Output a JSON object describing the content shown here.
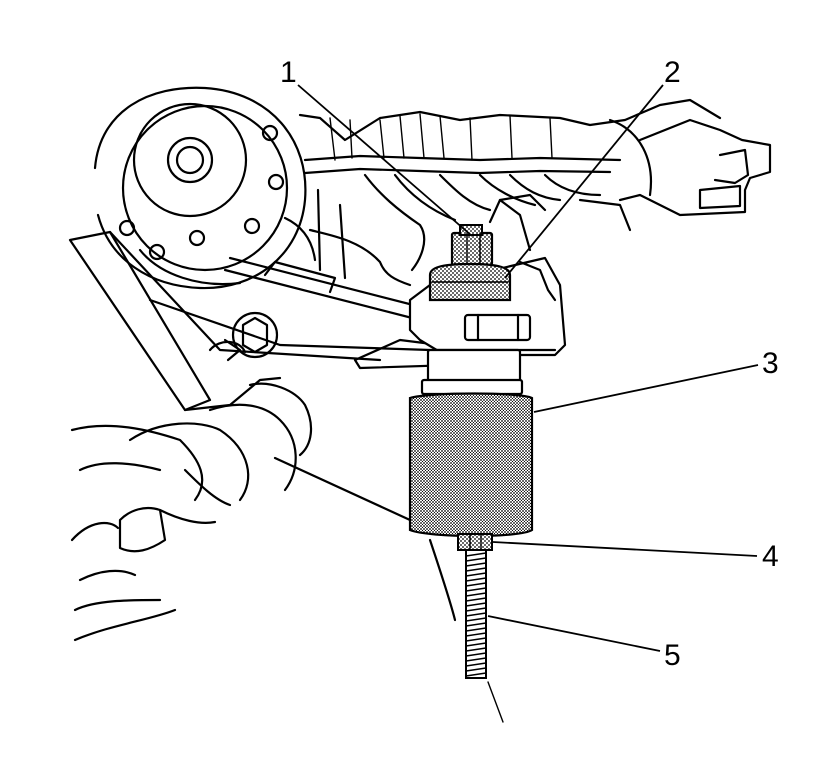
{
  "callouts": [
    {
      "id": "1",
      "label": "1"
    },
    {
      "id": "2",
      "label": "2"
    },
    {
      "id": "3",
      "label": "3"
    },
    {
      "id": "4",
      "label": "4"
    },
    {
      "id": "5",
      "label": "5"
    }
  ],
  "colors": {
    "line": "#000000",
    "background": "#ffffff",
    "tool_stipple": "#000000"
  }
}
